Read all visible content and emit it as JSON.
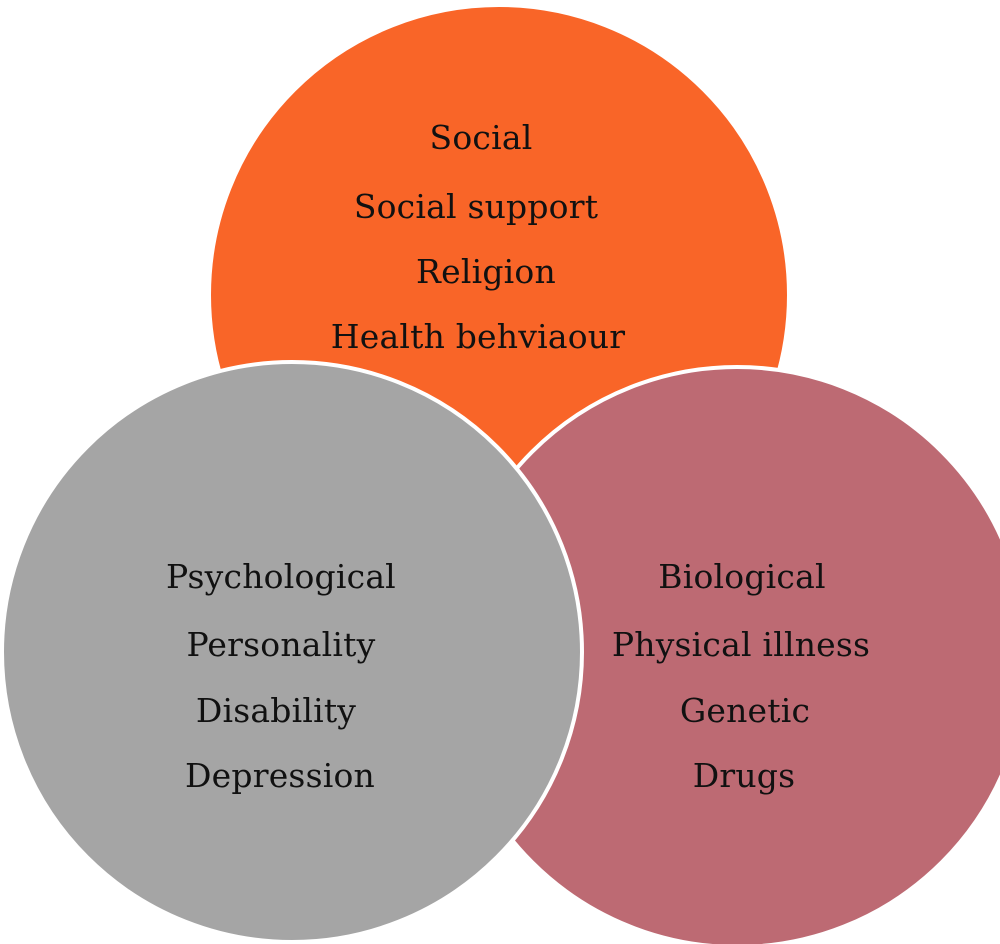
{
  "colors": {
    "social": "#f96528",
    "psychological": "#a5a5a5",
    "biological": "#bd6a73",
    "outline": "#ffffff"
  },
  "social": {
    "title": "Social",
    "items": [
      "Social support",
      "Religion",
      "Health behviaour"
    ]
  },
  "psychological": {
    "title": "Psychological",
    "items": [
      "Personality",
      "Disability",
      "Depression"
    ]
  },
  "biological": {
    "title": "Biological",
    "items": [
      "Physical illness",
      "Genetic",
      "Drugs"
    ]
  }
}
